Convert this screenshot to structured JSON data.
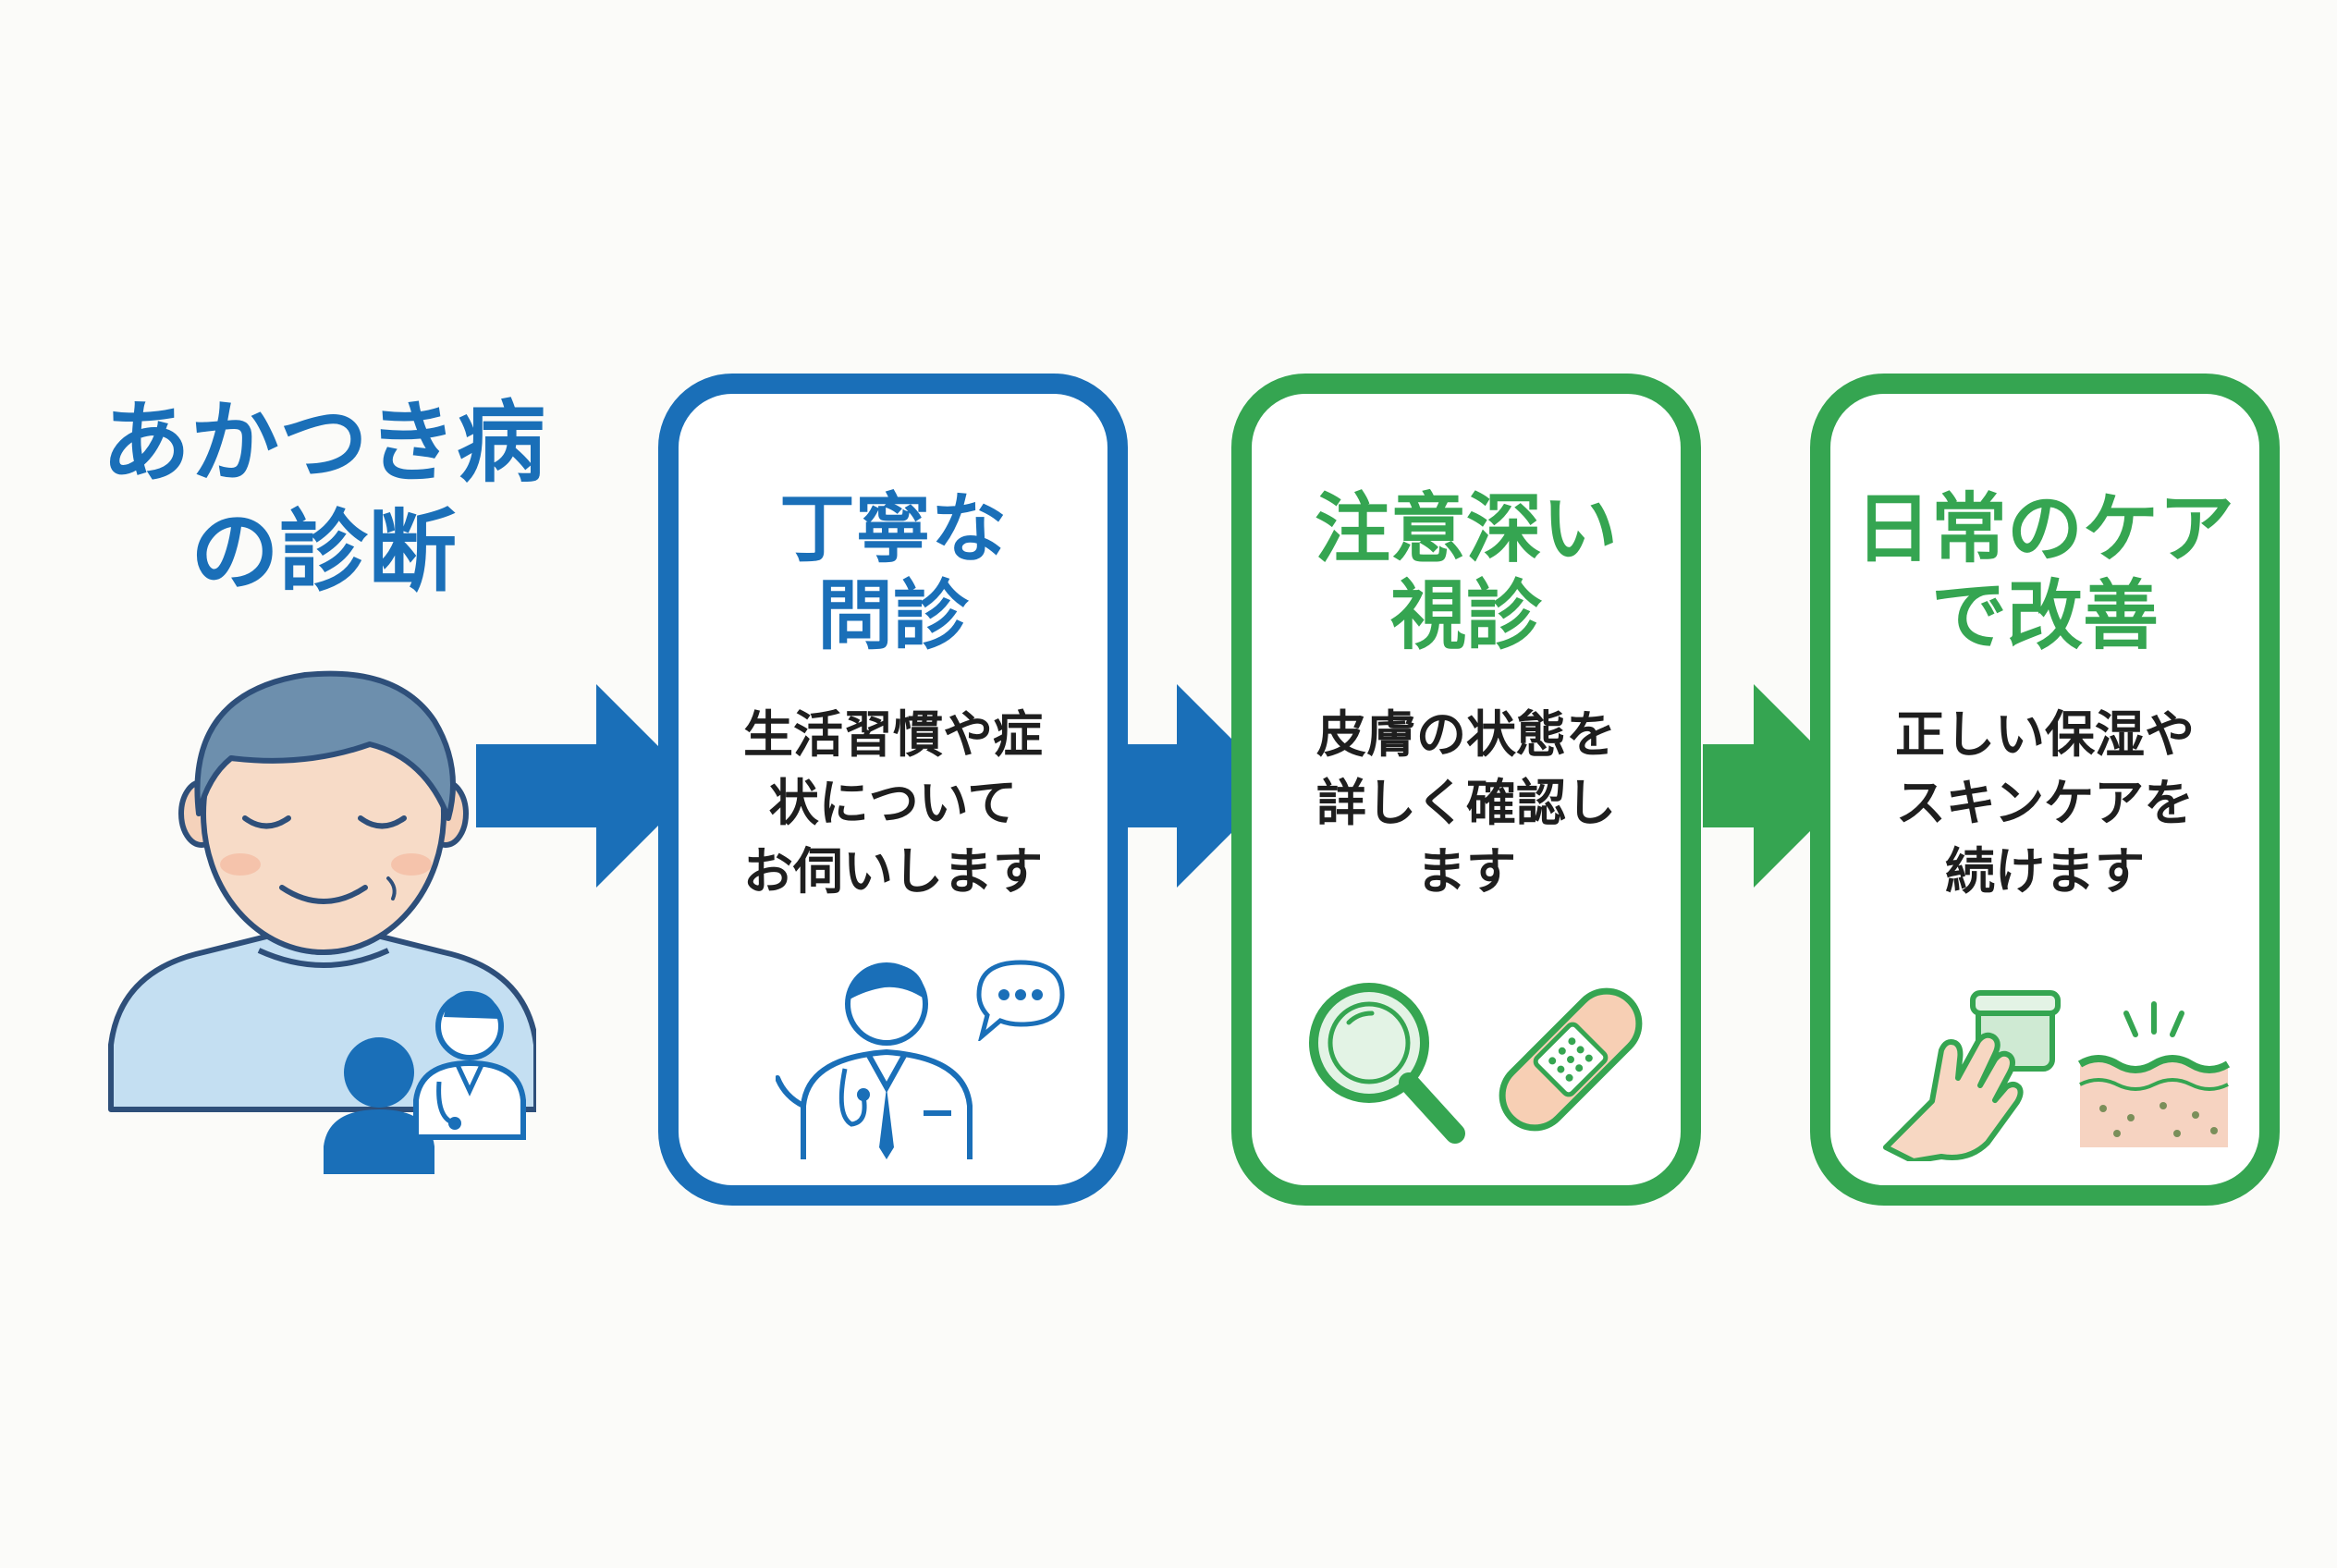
{
  "title": {
    "line1": "あかつき病",
    "line2": "の診断"
  },
  "steps": [
    {
      "heading": [
        "丁寧な",
        "問診"
      ],
      "body": [
        "生活習慣や症",
        "状について",
        "お伺いします"
      ],
      "color": "#1a6fb8",
      "icons": [
        "doctor-speaking-icon",
        "speech-bubble-icon"
      ]
    },
    {
      "heading": [
        "注意深い",
        "視診"
      ],
      "body": [
        "皮膚の状態を",
        "詳しく確認し",
        "ます"
      ],
      "color": "#35a551",
      "icons": [
        "magnifying-glass-icon",
        "bandage-icon"
      ]
    },
    {
      "heading": [
        "日常のケア",
        "で改善"
      ],
      "body": [
        "正しい保湿や",
        "スキンケアを",
        "続けます"
      ],
      "color": "#35a551",
      "icons": [
        "hand-applying-cream-icon",
        "skin-layer-icon"
      ]
    }
  ],
  "colors": {
    "blue": "#1a6fb8",
    "green": "#35a551",
    "background": "#fbfbf9"
  }
}
